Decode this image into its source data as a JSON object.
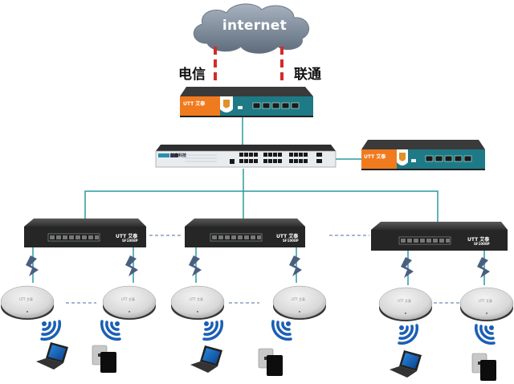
{
  "diagram": {
    "title": "Network topology",
    "cloud": {
      "label": "internet",
      "icon": "cloud-icon"
    },
    "isp_links": [
      {
        "label": "电信",
        "style": "dashed",
        "color": "#d42a2a"
      },
      {
        "label": "联通",
        "style": "dashed",
        "color": "#d42a2a"
      }
    ],
    "gateway_primary": {
      "icon": "router-icon",
      "brand": "UTT 艾泰",
      "ports": 5
    },
    "gateway_backup": {
      "icon": "router-icon",
      "brand": "UTT 艾泰",
      "ports": 5
    },
    "core_switch": {
      "icon": "switch-icon",
      "brand": "艾泰科技",
      "ports": 24
    },
    "access_switches": [
      {
        "icon": "poe-switch-icon",
        "brand": "UTT 艾泰",
        "model": "SF1008P",
        "ports": 8
      },
      {
        "icon": "poe-switch-icon",
        "brand": "UTT 艾泰",
        "model": "SF1008P",
        "ports": 8
      },
      {
        "icon": "poe-switch-icon",
        "brand": "UTT 艾泰",
        "model": "SF1008P",
        "ports": 8
      }
    ],
    "access_points": [
      {
        "icon": "ceiling-ap-icon",
        "label": "UTT 艾泰",
        "client": "laptop-icon"
      },
      {
        "icon": "ceiling-ap-icon",
        "label": "UTT 艾泰",
        "client": "tablet-icon"
      },
      {
        "icon": "ceiling-ap-icon",
        "label": "UTT 艾泰",
        "client": "laptop-icon"
      },
      {
        "icon": "ceiling-ap-icon",
        "label": "UTT 艾泰",
        "client": "tablet-icon"
      },
      {
        "icon": "ceiling-ap-icon",
        "label": "UTT 艾泰",
        "client": "laptop-icon"
      },
      {
        "icon": "ceiling-ap-icon",
        "label": "UTT 艾泰",
        "client": "tablet-icon"
      }
    ],
    "colors": {
      "link": "#2a9aa0",
      "isp_link": "#d42a2a",
      "router_orange": "#f07a1e",
      "router_teal": "#1d7a86",
      "wifi_blue": "#1a5fb4",
      "dashed_ap": "#4a6fa5"
    }
  }
}
